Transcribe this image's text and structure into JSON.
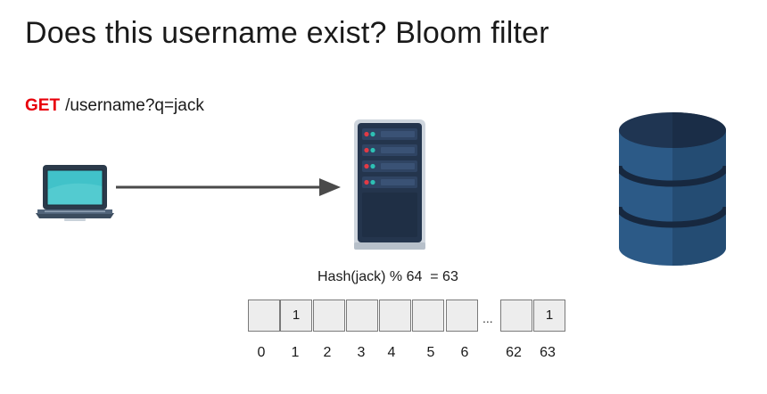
{
  "title": "Does this username exist? Bloom filter",
  "request": {
    "method": "GET",
    "path": "/username?q=jack"
  },
  "icons": {
    "client": "laptop-icon",
    "server": "server-rack-icon",
    "storage": "database-icon",
    "connector": "arrow-right-icon"
  },
  "colors": {
    "method": "#e8000b",
    "laptop_screen": "#41c2c9",
    "laptop_body": "#2b3a4a",
    "server_body": "#24354d",
    "server_led_red": "#e23a45",
    "server_led_teal": "#2ec0b4",
    "database_top": "#1f3552",
    "database_body": "#2c5a87",
    "arrow": "#4a4a4a",
    "bit_cell": "#ededed"
  },
  "hash": {
    "equation": "Hash(jack) % 64  = 63"
  },
  "bit_array": {
    "cells": [
      {
        "index": "0",
        "value": ""
      },
      {
        "index": "1",
        "value": "1"
      },
      {
        "index": "2",
        "value": ""
      },
      {
        "index": "3",
        "value": ""
      },
      {
        "index": "4",
        "value": ""
      },
      {
        "index": "5",
        "value": ""
      },
      {
        "index": "6",
        "value": ""
      },
      {
        "index": "62",
        "value": ""
      },
      {
        "index": "63",
        "value": "1"
      }
    ],
    "ellipsis": "..."
  }
}
